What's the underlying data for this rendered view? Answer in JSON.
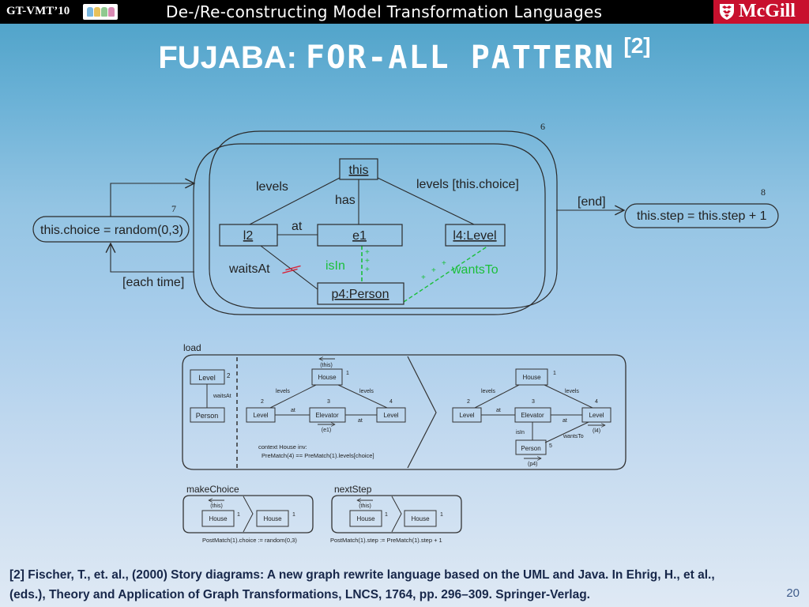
{
  "header": {
    "conference": "GT-VMT’10",
    "course_title": "De-/Re-constructing Model Transformation Languages",
    "university": "McGill"
  },
  "slide": {
    "title_part1": "FUJABA:",
    "title_part2": "FOR-ALL PATTERN",
    "title_ref": "[2]",
    "page_number": "20"
  },
  "story_diagram": {
    "loop_number": "6",
    "activity_choice": {
      "label": "this.choice = random(0,3)",
      "number": "7"
    },
    "activity_step": {
      "label": "this.step = this.step + 1",
      "number": "8"
    },
    "guard_end": "[end]",
    "guard_each_time": "[each time]",
    "objects": {
      "this": "this",
      "l2": "l2",
      "e1": "e1",
      "l4": "l4:Level",
      "p4": "p4:Person"
    },
    "links": {
      "levels": "levels",
      "levels_choice": "levels [this.choice]",
      "has": "has",
      "at": "at",
      "waitsAt": "waitsAt",
      "isIn": "isIn",
      "wantsTo": "wantsTo"
    }
  },
  "rules": {
    "load": {
      "name": "load",
      "nac": {
        "level": "Level",
        "level_num": "2",
        "person": "Person",
        "waitsAt": "waitsAt"
      },
      "lhs": {
        "this_label": "(this)",
        "house": "House",
        "house_num": "1",
        "levels_l": "levels",
        "levels_r": "levels",
        "level_left": "Level",
        "level_left_num": "2",
        "elevator": "Elevator",
        "elevator_num": "3",
        "e1_label": "(e1)",
        "level_right": "Level",
        "level_right_num": "4",
        "at_l": "at",
        "at_r": "at",
        "ocl_line1": "context House inv:",
        "ocl_line2": "PreMatch(4) == PreMatch(1).levels[choice]"
      },
      "rhs": {
        "house": "House",
        "house_num": "1",
        "levels_l": "levels",
        "levels_r": "levels",
        "level_left": "Level",
        "level_left_num": "2",
        "elevator": "Elevator",
        "elevator_num": "3",
        "level_right": "Level",
        "level_right_num": "4",
        "at_l": "at",
        "at_r": "at",
        "isIn": "isIn",
        "wantsTo": "wantsTo",
        "l4_label": "(l4)",
        "person": "Person",
        "person_num": "5",
        "p4_label": "(p4)"
      }
    },
    "makeChoice": {
      "name": "makeChoice",
      "this_label": "(this)",
      "house_lhs": "House",
      "num_lhs": "1",
      "house_rhs": "House",
      "num_rhs": "1",
      "action": "PostMatch(1).choice := random(0,3)"
    },
    "nextStep": {
      "name": "nextStep",
      "this_label": "(this)",
      "house_lhs": "House",
      "num_lhs": "1",
      "house_rhs": "House",
      "num_rhs": "1",
      "action": "PostMatch(1).step := PreMatch(1).step + 1"
    }
  },
  "reference": {
    "line1": "[2] Fischer, T., et. al., (2000) Story diagrams: A new graph rewrite language based on the UML and Java. In Ehrig, H., et al.,",
    "line2": "(eds.), Theory and Application of Graph Transformations, LNCS, 1764, pp. 296–309. Springer-Verlag."
  },
  "colors": {
    "background_top": "#4aa0c6",
    "background_bottom": "#dfe9f4",
    "mcgill_red": "#c8102e",
    "link_green": "#1bbf3a",
    "negative_red": "#d9243a"
  }
}
